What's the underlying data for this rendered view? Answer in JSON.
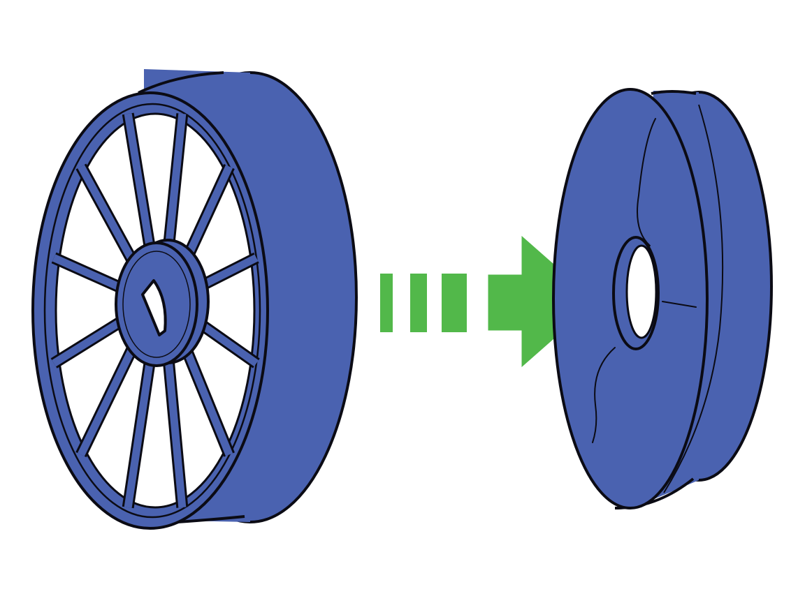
{
  "diagram": {
    "source_object": {
      "name": "spoked-wheel",
      "spoke_count": 12,
      "hub_bore_shape": "d-shaped"
    },
    "connector": {
      "name": "transition-arrow",
      "dash_segments": 3
    },
    "target_object": {
      "name": "solid-disc-wheel",
      "hub_bore_shape": "round"
    }
  },
  "colors": {
    "part_fill": "#4A62B0",
    "outline": "#0B0B14",
    "arrow_fill": "#52B84A",
    "background": "#FFFFFF",
    "void_fill": "#FFFFFF"
  }
}
